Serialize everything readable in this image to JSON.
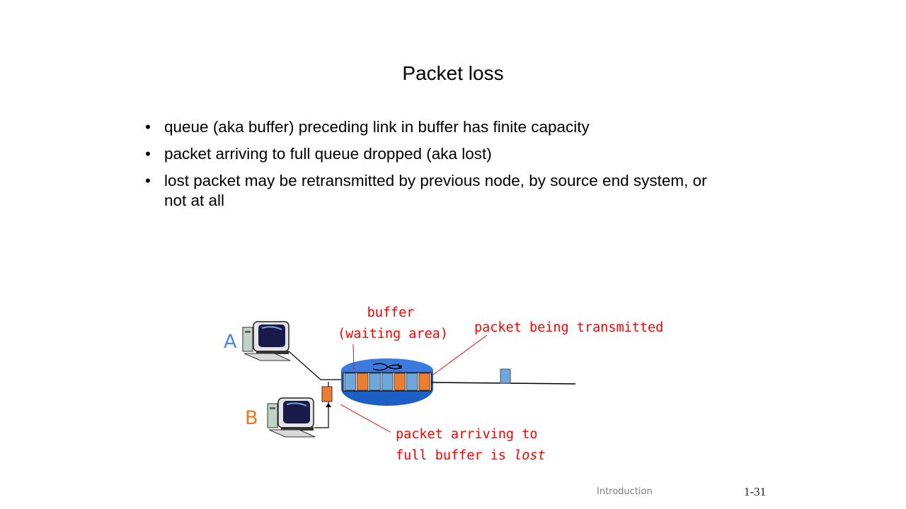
{
  "slide": {
    "title": "Packet loss",
    "bullets": [
      "queue (aka buffer) preceding link in buffer has finite capacity",
      "packet arriving to full queue dropped (aka lost)",
      "lost packet may be retransmitted by previous node, by source end system, or not at all"
    ],
    "bullet_char": "•"
  },
  "diagram": {
    "host_a": "A",
    "host_b": "B",
    "buffer_label_line1": "buffer",
    "buffer_label_line2": "(waiting area)",
    "transmit_label": "packet being transmitted",
    "lost_label_line1": "packet arriving to",
    "lost_label_line2_prefix": "full buffer is ",
    "lost_label_line2_italic": "lost",
    "colors": {
      "label_red": "#ff0000",
      "host_a_blue": "#4a86e8",
      "host_b_orange": "#e87722",
      "router_blue": "#1c5fc7",
      "packet_blue": "#6fa8dc",
      "packet_orange": "#ed7d31"
    },
    "queue_packets": [
      "blue",
      "orange",
      "blue",
      "blue",
      "orange",
      "blue",
      "orange"
    ]
  },
  "footer": {
    "section": "Introduction",
    "page": "1-31"
  }
}
